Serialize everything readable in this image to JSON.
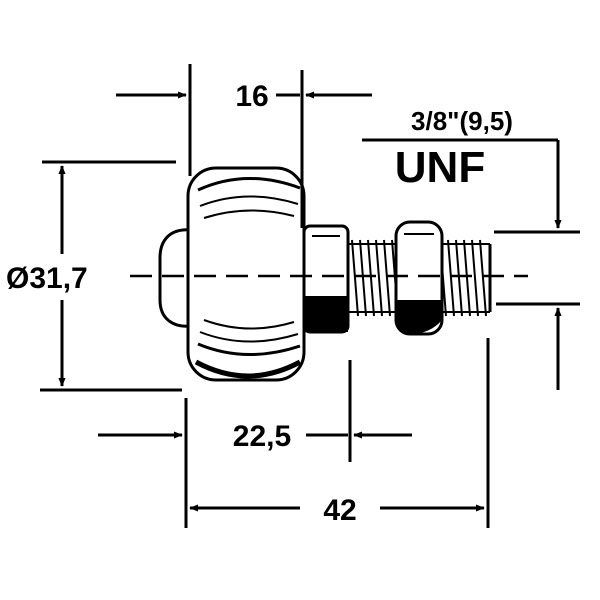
{
  "colors": {
    "ink": "#000000",
    "background": "#ffffff"
  },
  "dimensions": {
    "width_top": "16",
    "thread_size": "3/8\"(9,5)",
    "thread_type": "UNF",
    "diameter": "Ø31,7",
    "length_partial": "22,5",
    "length_total": "42"
  }
}
